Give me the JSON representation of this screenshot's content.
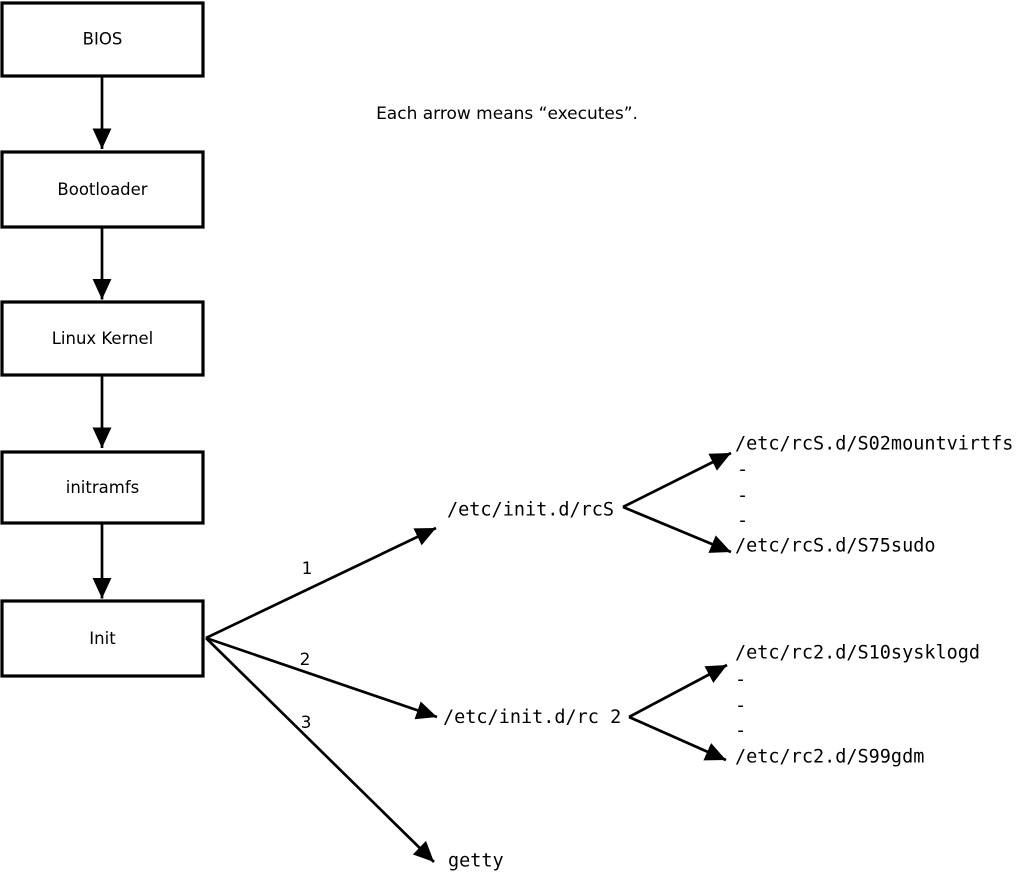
{
  "annotation": "Each arrow means “executes”.",
  "boxes": [
    {
      "label": "BIOS"
    },
    {
      "label": "Bootloader"
    },
    {
      "label": "Linux Kernel"
    },
    {
      "label": "initramfs"
    },
    {
      "label": "Init"
    }
  ],
  "branches": [
    {
      "number": "1",
      "target": "/etc/init.d/rcS"
    },
    {
      "number": "2",
      "target": "/etc/init.d/rc 2"
    },
    {
      "number": "3",
      "target": "getty"
    }
  ],
  "rcs_scripts": {
    "first": "/etc/rcS.d/S02mountvirtfs",
    "ellipsis": [
      "-",
      "-",
      "-"
    ],
    "last": "/etc/rcS.d/S75sudo"
  },
  "rc2_scripts": {
    "first": "/etc/rc2.d/S10sysklogd",
    "ellipsis": [
      "-",
      "-",
      "-"
    ],
    "last": "/etc/rc2.d/S99gdm"
  },
  "colors": {
    "foreground": "#000000",
    "background": "#ffffff"
  }
}
